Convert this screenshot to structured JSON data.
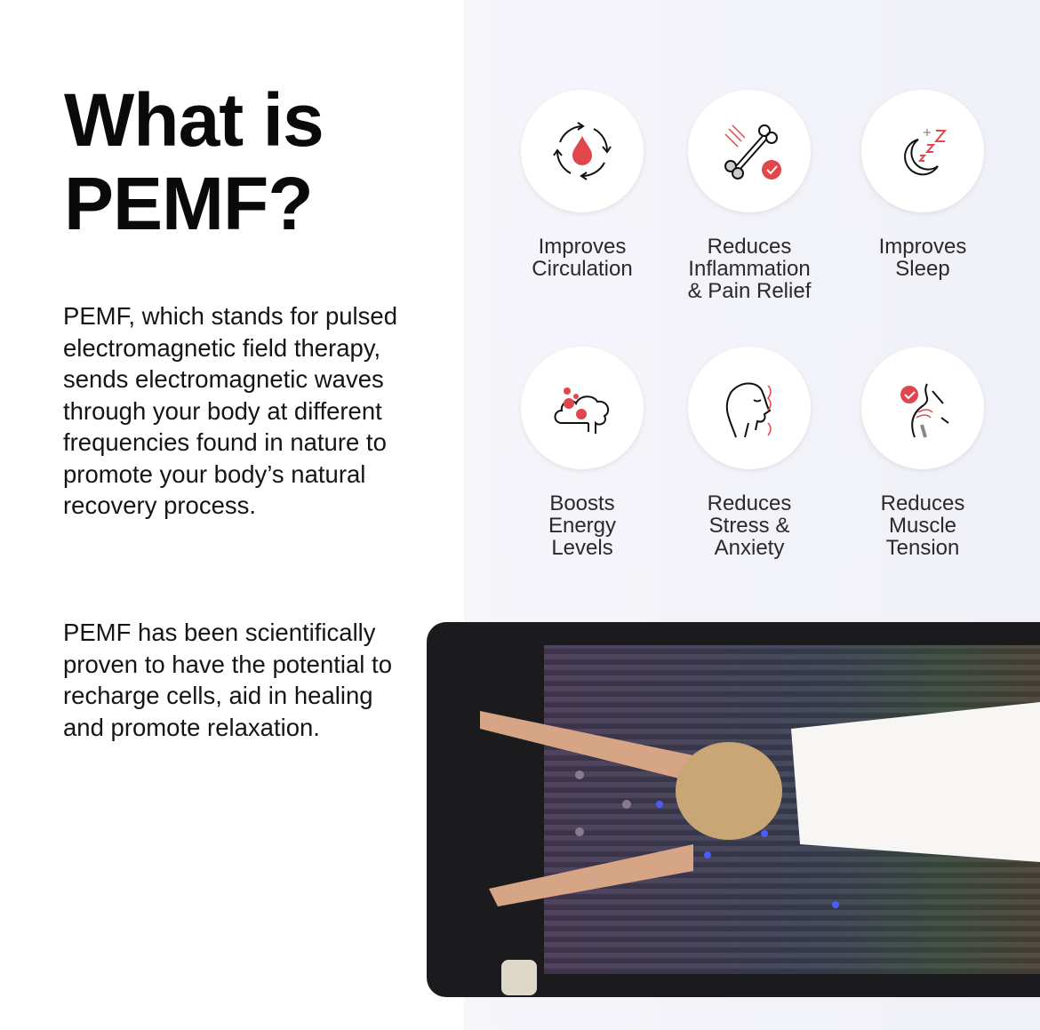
{
  "heading": {
    "line1": "What is",
    "line2": "PEMF?"
  },
  "paragraphs": [
    "PEMF, which stands for pulsed electromagnetic field therapy, sends electromagnetic waves through your body at different frequencies found in nature to promote your body’s natural recovery process.",
    "PEMF has been scientifically proven to have the potential to recharge cells, aid in healing and promote relaxation."
  ],
  "benefits": [
    {
      "label1": "Improves",
      "label2": "Circulation",
      "label3": "",
      "icon": "blood-drop-cycle-icon"
    },
    {
      "label1": "Reduces",
      "label2": "Inflammation",
      "label3": "& Pain Relief",
      "icon": "bone-check-icon"
    },
    {
      "label1": "Improves",
      "label2": "Sleep",
      "label3": "",
      "icon": "moon-sleep-icon"
    },
    {
      "label1": "Boosts",
      "label2": "Energy",
      "label3": "Levels",
      "icon": "brain-energy-icon"
    },
    {
      "label1": "Reduces",
      "label2": "Stress &",
      "label3": "Anxiety",
      "icon": "calm-face-icon"
    },
    {
      "label1": "Reduces",
      "label2": "Muscle",
      "label3": "Tension",
      "icon": "shoulder-muscle-icon"
    }
  ],
  "colors": {
    "accent": "#e0474c",
    "background_right": "#f1f1f8"
  }
}
